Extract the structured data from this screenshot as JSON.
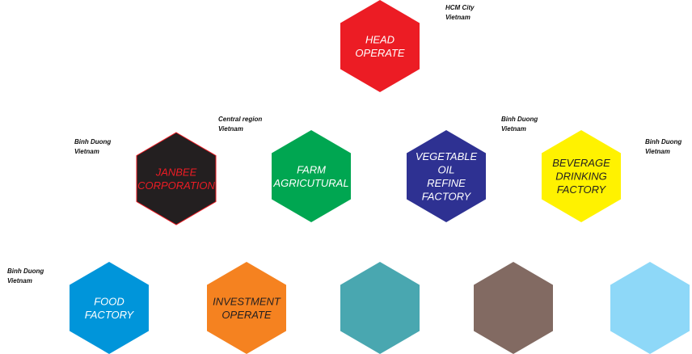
{
  "nodes": [
    {
      "id": "head-operate",
      "lines": [
        "HEAD",
        "OPERATE"
      ],
      "fill": "#ec1c24",
      "text_color": "#ffffff"
    },
    {
      "id": "janbee-corporation",
      "lines": [
        "JANBEE",
        "CORPORATION"
      ],
      "fill": "#231f20",
      "text_color": "#ec1c24"
    },
    {
      "id": "farm-agricultural",
      "lines": [
        "FARM",
        "AGRICUTURAL"
      ],
      "fill": "#00a651",
      "text_color": "#ffffff"
    },
    {
      "id": "vegetable-oil-refine-factory",
      "lines": [
        "VEGETABLE",
        "OIL",
        "REFINE",
        "FACTORY"
      ],
      "fill": "#2e3192",
      "text_color": "#ffffff"
    },
    {
      "id": "beverage-drinking-factory",
      "lines": [
        "BEVERAGE",
        "DRINKING",
        "FACTORY"
      ],
      "fill": "#fff200",
      "text_color": "#231f20"
    },
    {
      "id": "food-factory",
      "lines": [
        "FOOD",
        "FACTORY"
      ],
      "fill": "#0095da",
      "text_color": "#ffffff"
    },
    {
      "id": "investment-operate",
      "lines": [
        "INVESTMENT",
        "OPERATE"
      ],
      "fill": "#f58220",
      "text_color": "#231f20"
    },
    {
      "id": "teal-blank",
      "lines": [],
      "fill": "#49a7b0",
      "text_color": "#ffffff"
    },
    {
      "id": "brown-blank",
      "lines": [],
      "fill": "#826a62",
      "text_color": "#ffffff"
    },
    {
      "id": "lightblue-blank",
      "lines": [],
      "fill": "#8ed8f8",
      "text_color": "#ffffff"
    }
  ],
  "locations": {
    "hcm": {
      "line1": "HCM City",
      "line2": "Vietnam"
    },
    "central": {
      "line1": "Central region",
      "line2": "Vietnam"
    },
    "binh_duong_janbee": {
      "line1": "Binh Duong",
      "line2": "Vietnam"
    },
    "binh_duong_oil": {
      "line1": "Binh Duong",
      "line2": "Vietnam"
    },
    "binh_duong_beverage": {
      "line1": "Binh Duong",
      "line2": "Vietnam"
    },
    "binh_duong_food": {
      "line1": "Binh Duong",
      "line2": "Vietnam"
    }
  }
}
